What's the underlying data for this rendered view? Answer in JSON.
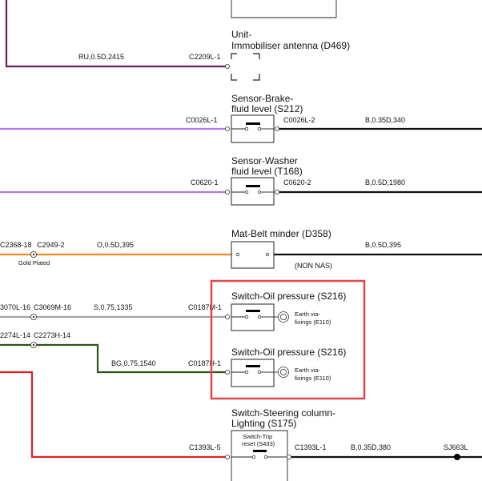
{
  "colors": {
    "purple_dark": "#6a1f5c",
    "violet": "#b27ae8",
    "orange": "#ef8a1e",
    "grey": "#a6a6a6",
    "green_dark": "#2e5418",
    "red": "#e02020",
    "black": "#111111",
    "highlight_box": "#e04848"
  },
  "components": {
    "immobiliser": {
      "title_line1": "Unit-",
      "title_line2": "Immobiliser antenna (D469)"
    },
    "brake": {
      "title_line1": "Sensor-Brake-",
      "title_line2": "fluid level (S212)"
    },
    "washer": {
      "title_line1": "Sensor-Washer",
      "title_line2": "fluid level (T168)"
    },
    "belt": {
      "title": "Mat-Belt minder (D358)",
      "note": "(NON NAS)"
    },
    "oil1": {
      "title": "Switch-Oil pressure (S216)",
      "earth_line1": "Earth via-",
      "earth_line2": "fixings (E110)"
    },
    "oil2": {
      "title": "Switch-Oil pressure (S216)",
      "earth_line1": "Earth via-",
      "earth_line2": "fixings (E110)"
    },
    "steering": {
      "title_line1": "Switch-Steering column-",
      "title_line2": "Lighting (S175)",
      "inner_line1": "Switch-Trip",
      "inner_line2": "reset (S433)"
    }
  },
  "wires": {
    "immobiliser": {
      "label": "RU,0.5D,2415",
      "connector": "C2209L-1"
    },
    "brake": {
      "connector_left": "C0026L-1",
      "connector_right": "C0026L-2",
      "label_right": "B,0.35D,340"
    },
    "washer": {
      "connector_left": "C0620-1",
      "connector_right": "C0620-2",
      "label_right": "B,0.5D,1980"
    },
    "belt": {
      "connector_a": "C2368-18",
      "connector_b": "C2949-2",
      "splice_note": "Gold Plated",
      "label_left": "O,0.5D,395",
      "label_right": "B,0.5D,395"
    },
    "oil1": {
      "connector_a": "3070L-16",
      "connector_b": "C3069M-16",
      "label": "S,0.75,1335",
      "connector_switch": "C0187M-1"
    },
    "oil2": {
      "connector_a": "2274L-14",
      "connector_b": "C2273H-14",
      "label": "BG,0.75,1540",
      "connector_switch": "C0187H-1"
    },
    "steering": {
      "connector_left": "C1393L-5",
      "connector_right": "C1393L-1",
      "label_right": "B,0.35D,380",
      "splice": "SJ663L"
    }
  }
}
